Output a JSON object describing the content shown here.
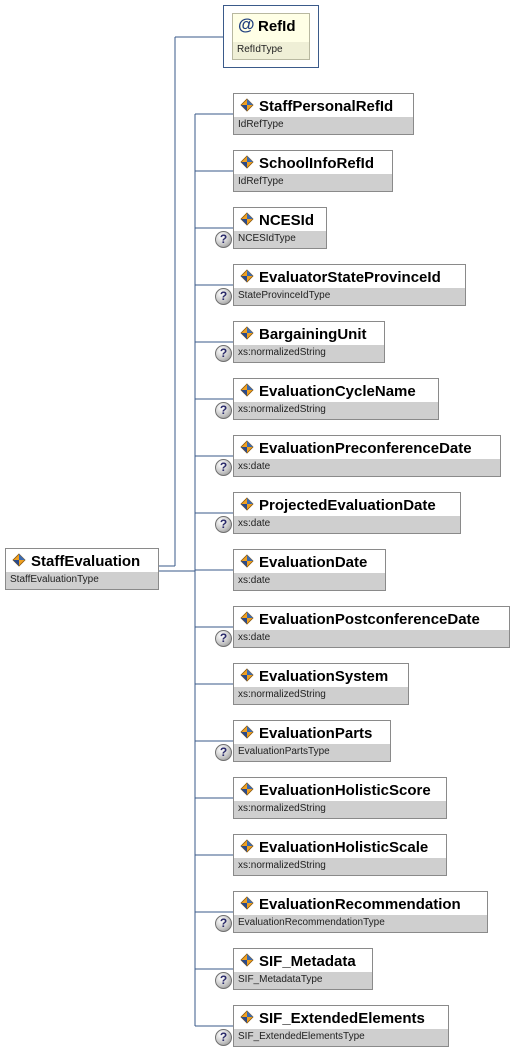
{
  "root": {
    "name": "StaffEvaluation",
    "type": "StaffEvaluationType"
  },
  "attribute": {
    "symbol": "@",
    "name": "RefId",
    "type": "RefIdType"
  },
  "children": [
    {
      "name": "StaffPersonalRefId",
      "type": "IdRefType",
      "optional": false
    },
    {
      "name": "SchoolInfoRefId",
      "type": "IdRefType",
      "optional": false
    },
    {
      "name": "NCESId",
      "type": "NCESIdType",
      "optional": true
    },
    {
      "name": "EvaluatorStateProvinceId",
      "type": "StateProvinceIdType",
      "optional": true
    },
    {
      "name": "BargainingUnit",
      "type": "xs:normalizedString",
      "optional": true
    },
    {
      "name": "EvaluationCycleName",
      "type": "xs:normalizedString",
      "optional": true
    },
    {
      "name": "EvaluationPreconferenceDate",
      "type": "xs:date",
      "optional": true
    },
    {
      "name": "ProjectedEvaluationDate",
      "type": "xs:date",
      "optional": true
    },
    {
      "name": "EvaluationDate",
      "type": "xs:date",
      "optional": false
    },
    {
      "name": "EvaluationPostconferenceDate",
      "type": "xs:date",
      "optional": true
    },
    {
      "name": "EvaluationSystem",
      "type": "xs:normalizedString",
      "optional": false
    },
    {
      "name": "EvaluationParts",
      "type": "EvaluationPartsType",
      "optional": true
    },
    {
      "name": "EvaluationHolisticScore",
      "type": "xs:normalizedString",
      "optional": false
    },
    {
      "name": "EvaluationHolisticScale",
      "type": "xs:normalizedString",
      "optional": false
    },
    {
      "name": "EvaluationRecommendation",
      "type": "EvaluationRecommendationType",
      "optional": true
    },
    {
      "name": "SIF_Metadata",
      "type": "SIF_MetadataType",
      "optional": true
    },
    {
      "name": "SIF_ExtendedElements",
      "type": "SIF_ExtendedElementsType",
      "optional": true
    }
  ],
  "colors": {
    "connector": "#3a5a8a",
    "type_bar": "#cfcfcf",
    "node_border": "#8a8a8a",
    "attribute_fill": "#ffffe6"
  },
  "icons": {
    "element": "element-icon",
    "optional": "optional-question-icon",
    "attribute": "attribute-at-icon"
  },
  "optional_symbol": "?"
}
